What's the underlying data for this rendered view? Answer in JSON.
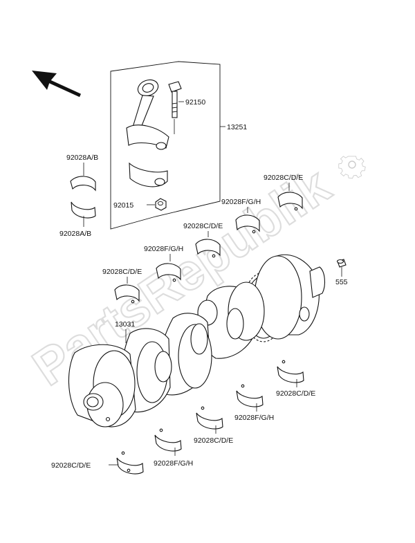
{
  "labels": {
    "rod_bolt": "92150",
    "rod_assembly": "13251",
    "rod_nut": "92015",
    "rod_bearing_upper": "92028A/B",
    "rod_bearing_lower": "92028A/B",
    "bearing_top_right": "92028C/D/E",
    "bearing_fgh_1": "92028F/G/H",
    "bearing_cde_2": "92028C/D/E",
    "bearing_fgh_2": "92028F/G/H",
    "bearing_cde_3": "92028C/D/E",
    "crankshaft": "13031",
    "pin": "555",
    "lower_cde_right": "92028C/D/E",
    "lower_fgh_right": "92028F/G/H",
    "lower_cde_mid": "92028C/D/E",
    "lower_fgh_left": "92028F/G/H",
    "lower_cde_left": "92028C/D/E"
  },
  "watermark": "PartsRepublik",
  "colors": {
    "line": "#111111",
    "watermark": "#e6e6e6"
  },
  "icons": [
    "direction-arrow-icon",
    "gear-icon"
  ]
}
